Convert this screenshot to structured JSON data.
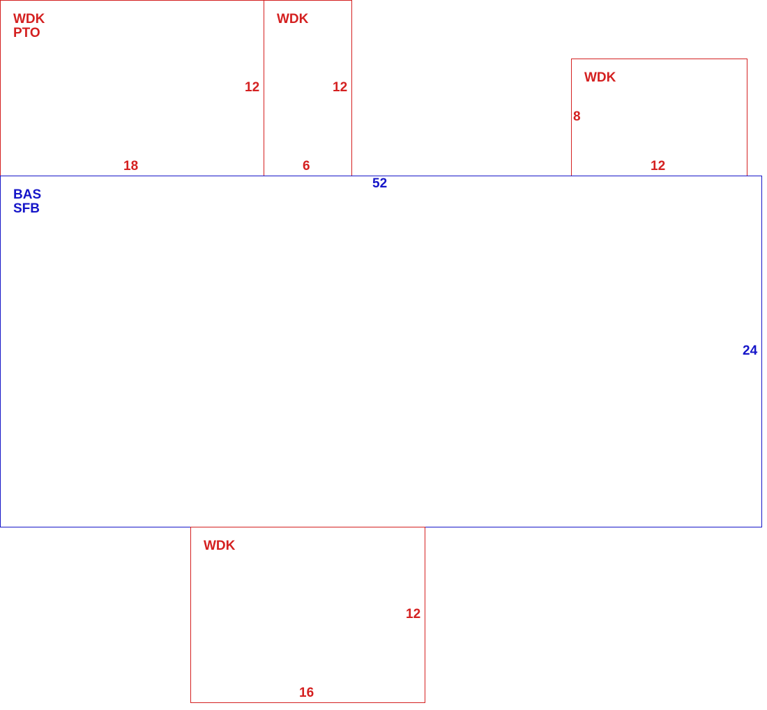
{
  "colors": {
    "wdk": "#d42020",
    "base": "#1515c8"
  },
  "areas": {
    "wdk_pto": {
      "code1": "WDK",
      "code2": "PTO",
      "height": "12",
      "width": "18"
    },
    "wdk_small": {
      "code": "WDK",
      "height": "12",
      "width": "6"
    },
    "wdk_right": {
      "code": "WDK",
      "height": "8",
      "width": "12"
    },
    "base": {
      "code1": "BAS",
      "code2": "SFB",
      "width": "52",
      "height": "24"
    },
    "wdk_bottom": {
      "code": "WDK",
      "height": "12",
      "width": "16"
    }
  }
}
